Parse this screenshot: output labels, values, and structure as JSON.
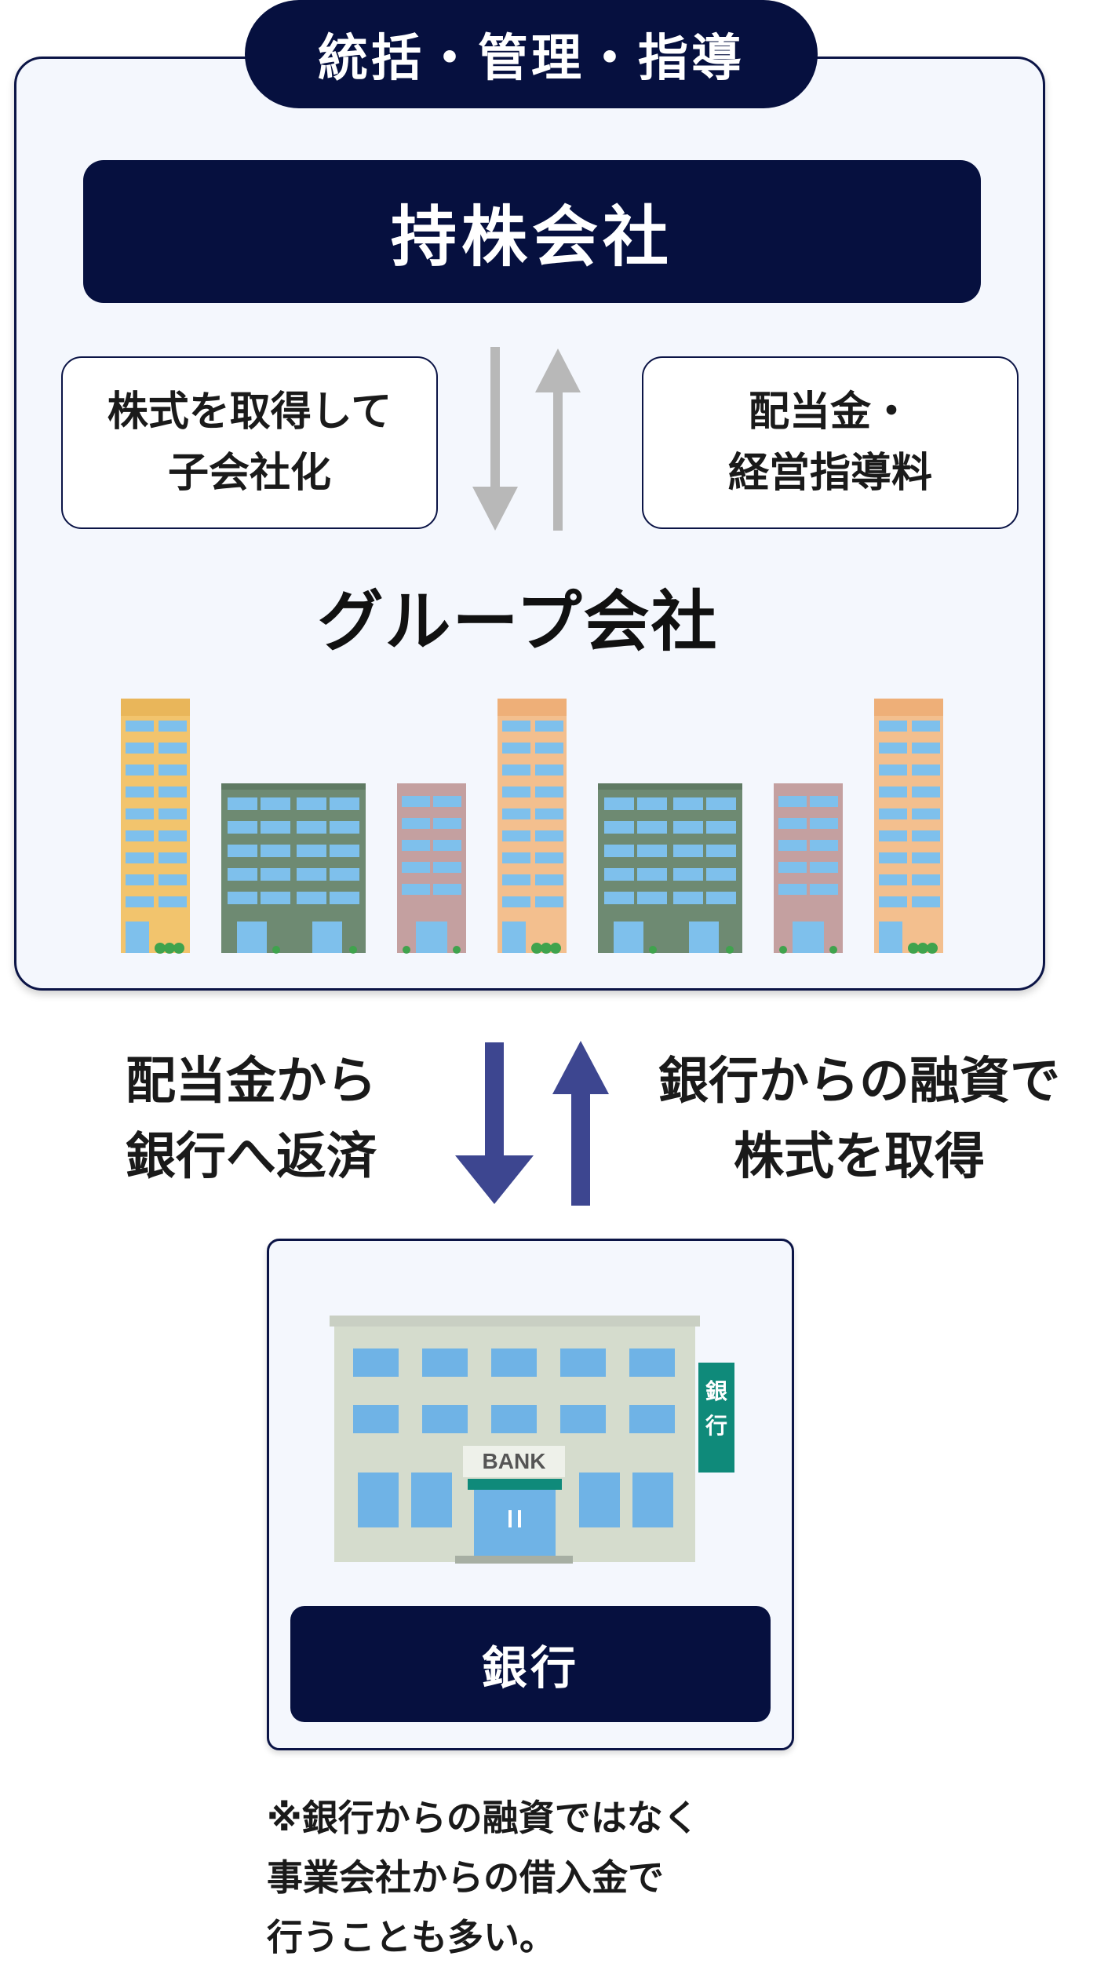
{
  "top_panel": {
    "header": "統括・管理・指導",
    "holding_company": "持株会社",
    "left_note": [
      "株式を取得して",
      "子会社化"
    ],
    "right_note": [
      "配当金・",
      "経営指導料"
    ],
    "group_title": "グループ会社"
  },
  "flows": {
    "left_text": [
      "配当金から",
      "銀行へ返済"
    ],
    "right_text": [
      "銀行からの融資で",
      "株式を取得"
    ]
  },
  "bank": {
    "sign_text": "BANK",
    "side_sign": [
      "銀",
      "行"
    ],
    "label": "銀行"
  },
  "footnote": [
    "※銀行からの融資ではなく",
    "事業会社からの借入金で",
    "行うことも多い。"
  ],
  "colors": {
    "navy": "#06103f",
    "panel_bg": "#f4f7fd",
    "arrow_gray": "#b8b8b8",
    "arrow_blue": "#3d4690",
    "window_blue": "#7ec0ec",
    "building_orange": "#f3bf8e",
    "building_green": "#6e8a72",
    "building_mauve": "#c4a0a0",
    "building_yellow": "#f2c46d",
    "bank_green": "#0f8a7a"
  },
  "icons": {
    "down_arrow": "arrow-down-icon",
    "up_arrow": "arrow-up-icon",
    "building": "building-icon",
    "bank": "bank-building-icon"
  }
}
